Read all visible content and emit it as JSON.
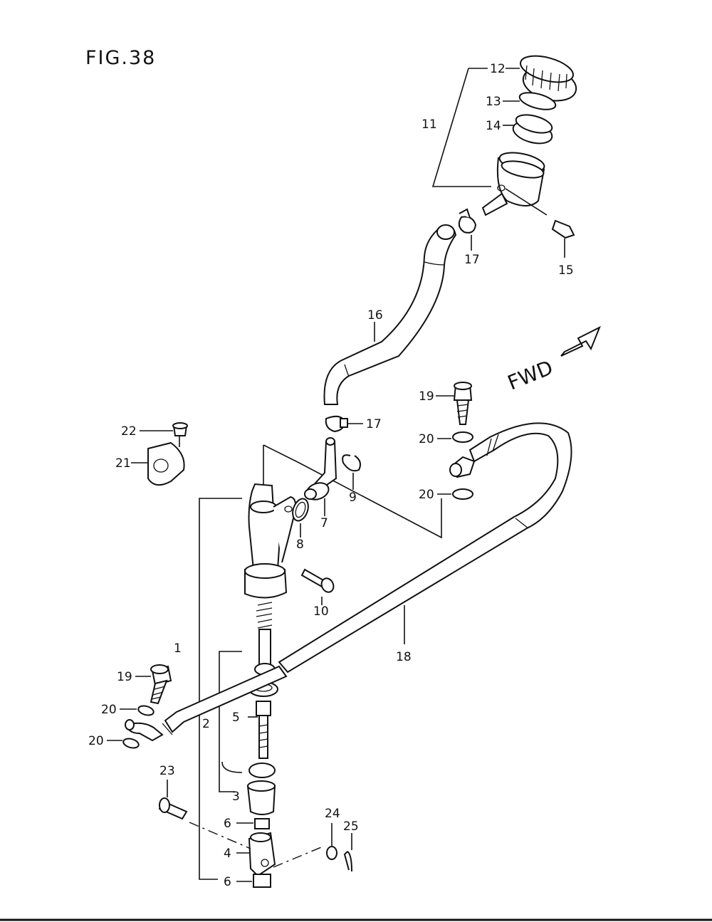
{
  "figure": {
    "title": "FIG.38",
    "direction_label": "FWD"
  },
  "callouts": {
    "p1": "1",
    "p2": "2",
    "p3": "3",
    "p4": "4",
    "p5": "5",
    "p6a": "6",
    "p6b": "6",
    "p7": "7",
    "p8": "8",
    "p9": "9",
    "p10": "10",
    "p11": "11",
    "p12": "12",
    "p13": "13",
    "p14": "14",
    "p15": "15",
    "p16": "16",
    "p17a": "17",
    "p17b": "17",
    "p18": "18",
    "p19a": "19",
    "p19b": "19",
    "p20a": "20",
    "p20b": "20",
    "p20c": "20",
    "p20d": "20",
    "p21": "21",
    "p22": "22",
    "p23": "23",
    "p24": "24",
    "p25": "25"
  }
}
